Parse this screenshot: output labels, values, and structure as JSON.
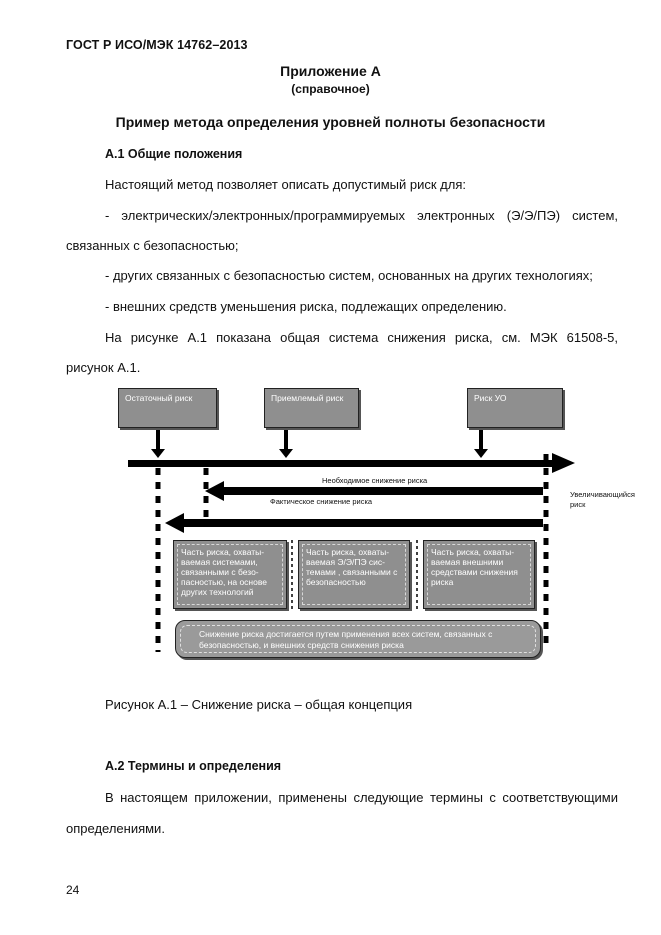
{
  "header": {
    "standard": "ГОСТ Р ИСО/МЭК 14762–2013"
  },
  "appendix": {
    "title": "Приложение А",
    "subtitle": "(справочное)"
  },
  "main_heading": "Пример метода определения уровней полноты безопасности",
  "section_a1": {
    "title": "А.1 Общие положения",
    "intro": "Настоящий метод позволяет описать допустимый риск для:",
    "item1_line1": "-   электрических/электронных/программируемых электронных (Э/Э/ПЭ) систем,",
    "item1_line2": "связанных с безопасностью;",
    "item2": "-   других связанных с безопасностью систем, основанных на других технологиях;",
    "item3": "-   внешних средств уменьшения риска, подлежащих определению.",
    "fig_ref_line1": "На рисунке А.1 показана общая система снижения риска, см. МЭК 61508-5,",
    "fig_ref_line2": "рисунок А.1."
  },
  "diagram": {
    "box_residual": "Остаточный риск",
    "box_acceptable": "Приемлемый риск",
    "box_eut": "Риск УО",
    "label_required": "Необходимое снижение риска",
    "label_actual": "Фактическое снижение риска",
    "label_increasing_1": "Увеличивающийся",
    "label_increasing_2": "риск",
    "part1": "Часть риска, охваты-ваемая системами, связанными с безо-пасностью, на основе других технологий",
    "part2": "Часть риска, охваты-ваемая Э/Э/ПЭ сис-темами , связанными с безопасностью",
    "part3": "Часть риска, охваты-ваемая внешними средствами снижения риска",
    "bottom_line1": "Снижение риска достигается путем применения всех систем, связанных с",
    "bottom_line2": "безопасностью, и внешних средств снижения риска"
  },
  "figure_caption": "Рисунок А.1 –  Снижение риска – общая концепция",
  "section_a2": {
    "title": "А.2 Термины и определения",
    "text_line1": "В настоящем приложении, применены следующие термины с соответствующими",
    "text_line2": "определениями."
  },
  "page_number": "24"
}
